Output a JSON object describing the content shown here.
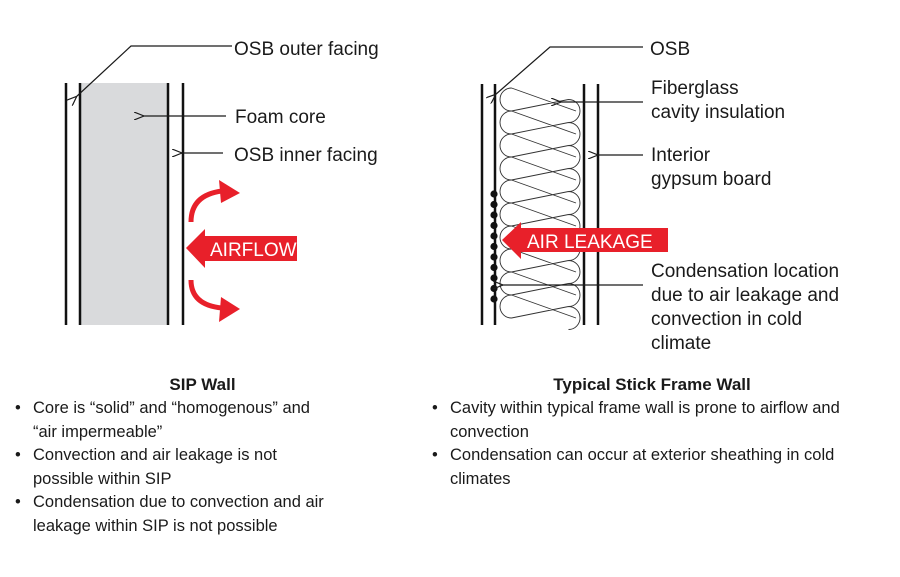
{
  "sip": {
    "labels": {
      "outer": "OSB outer facing",
      "core": "Foam core",
      "inner": "OSB inner facing",
      "airflow": "AIRFLOW"
    },
    "title": "SIP Wall",
    "bullets": [
      "Core is “solid” and “homogenous” and “air impermeable”",
      "Convection and air leakage is not possible within SIP",
      "Condensation due to convection and air leakage within SIP is not possible"
    ]
  },
  "stick": {
    "labels": {
      "osb": "OSB",
      "fiber1": "Fiberglass",
      "fiber2": "cavity insulation",
      "gyp1": "Interior",
      "gyp2": "gypsum board",
      "leak": "AIR LEAKAGE",
      "cond1": "Condensation location",
      "cond2": "due to air leakage and",
      "cond3": "convection in cold",
      "cond4": "climate"
    },
    "title": "Typical Stick Frame Wall",
    "bullets": [
      "Cavity within typical frame wall is prone to airflow and convection",
      "Condensation can occur at exterior sheathing in cold climates"
    ]
  },
  "colors": {
    "red": "#e8202a",
    "core": "#d9dadc"
  }
}
